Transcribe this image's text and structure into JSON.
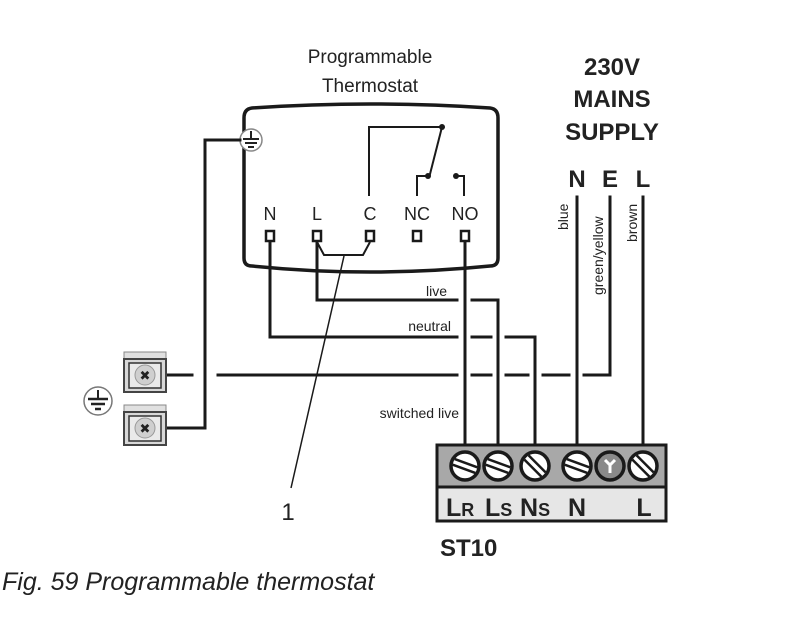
{
  "thermostat": {
    "title_line1": "Programmable",
    "title_line2": "Thermostat",
    "terminals": [
      "N",
      "L",
      "C",
      "NC",
      "NO"
    ]
  },
  "supply": {
    "line1": "230V",
    "line2": "MAINS",
    "line3": "SUPPLY",
    "terminals": [
      "N",
      "E",
      "L"
    ],
    "wire_colors": [
      "blue",
      "green/yellow",
      "brown"
    ]
  },
  "wires": {
    "live": "live",
    "neutral": "neutral",
    "switched_live": "switched live"
  },
  "terminal_block": {
    "name": "ST10",
    "labels": [
      {
        "main": "L",
        "sub": "R"
      },
      {
        "main": "L",
        "sub": "S"
      },
      {
        "main": "N",
        "sub": "S"
      },
      {
        "main": "N",
        "sub": ""
      },
      {
        "main": "L",
        "sub": ""
      }
    ]
  },
  "callout": "1",
  "caption": "Fig. 59  Programmable thermostat"
}
